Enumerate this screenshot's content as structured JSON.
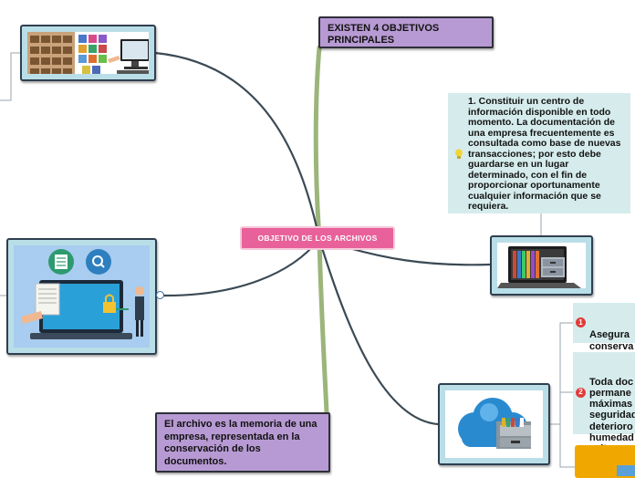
{
  "central_topic": {
    "label": "OBJETIVO DE LOS ARCHIVOS"
  },
  "topics": {
    "four_objectives": "EXISTEN 4 OBJETIVOS PRINCIPALES",
    "memory": "El archivo es la memoria de una empresa, representada en la conservación de los documentos."
  },
  "objective_1": {
    "text": "1. Constituir un centro de información disponible en todo momento.  La documentación de una empresa frecuentemente es consultada como base de nuevas transacciones; por esto debe guardarse en un lugar determinado, con el fin de proporcionar oportunamente cualquier información que se requiera."
  },
  "subtopics": [
    {
      "number": "1",
      "text": "Asegura\nconserva\ndocume"
    },
    {
      "number": "2",
      "text": "Toda doc\npermane\nmáximas\nseguridad\ndeterioro\nhumedad\nevitar su"
    }
  ],
  "colors": {
    "central_fill": "#e8619a",
    "topic_fill": "#b79ad3",
    "note_fill": "#d6ecec",
    "branch_green": "#9bb57a",
    "branch_dark": "#3b4a55",
    "badge_red": "#e23b3b"
  },
  "icons": [
    "lightbulb-icon",
    "collapse-circle-icon"
  ]
}
